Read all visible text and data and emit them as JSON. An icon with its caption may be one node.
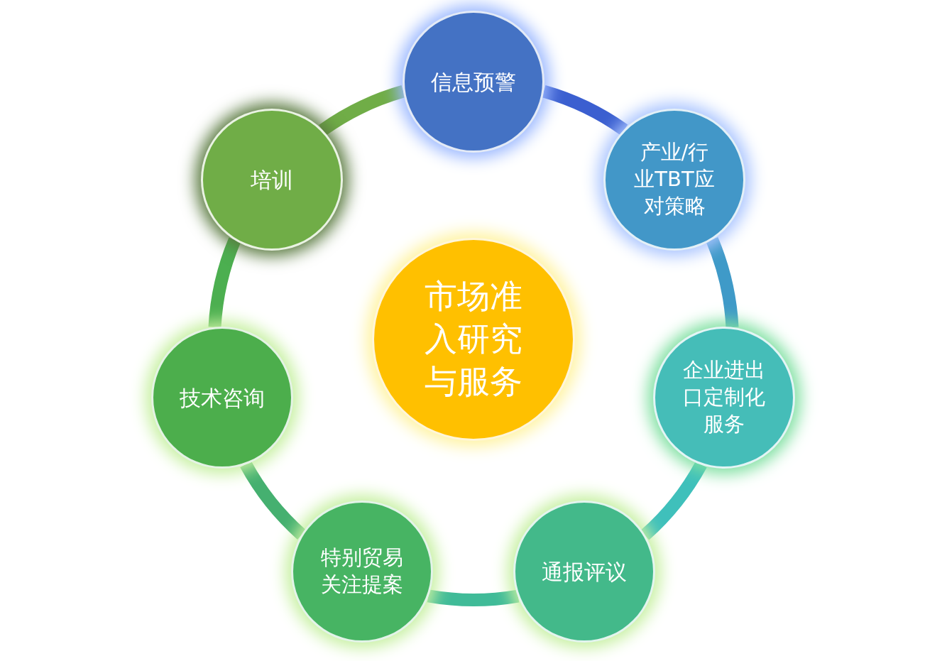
{
  "diagram": {
    "nodes": [
      {
        "text": [
          "信息预警"
        ]
      },
      {
        "text": [
          "产业/行业TBT应对策略"
        ]
      },
      {
        "text": [
          "企业进出口定制化服务"
        ]
      },
      {
        "text": [
          "通报评议"
        ]
      },
      {
        "text": [
          "特别贸易关注提案"
        ]
      },
      {
        "text": [
          "技术咨询"
        ]
      },
      {
        "text": [
          "培训"
        ]
      },
      {
        "text": [
          "市场准入研究与服务"
        ]
      }
    ],
    "edges": [
      {
        "from": 0,
        "to": 1,
        "arrow": "none",
        "color": "#3b5fd0"
      },
      {
        "from": 1,
        "to": 2,
        "arrow": "none",
        "color": "#3f9ac8"
      },
      {
        "from": 2,
        "to": 3,
        "arrow": "none",
        "color": "#3fc0bb"
      },
      {
        "from": 3,
        "to": 4,
        "arrow": "none",
        "color": "#40bb98"
      },
      {
        "from": 4,
        "to": 5,
        "arrow": "none",
        "color": "#45b070"
      },
      {
        "from": 5,
        "to": 6,
        "arrow": "none",
        "color": "#4caf50"
      },
      {
        "from": 6,
        "to": 0,
        "arrow": "none",
        "color": "#70ad47"
      }
    ]
  }
}
